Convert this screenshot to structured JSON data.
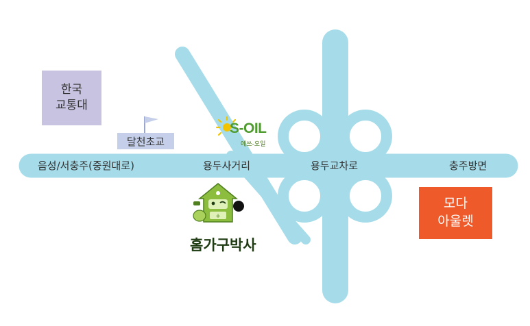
{
  "roads": {
    "main_road_west": "음성/서충주(중원대로)",
    "crossroad": "용두사거리",
    "interchange": "용두교차로",
    "main_road_east": "충주방면"
  },
  "landmarks": {
    "ktu": {
      "line1": "한국",
      "line2": "교통대"
    },
    "school": "달천초교",
    "soil": {
      "logo": "S-OIL",
      "sub": "에쓰-오일"
    },
    "moda": {
      "line1": "모다",
      "line2": "아울렛"
    },
    "store": "홈가구박사"
  },
  "colors": {
    "road": "#a6dce9",
    "ktu_box": "#c8c3e0",
    "school_box": "#c5cfea",
    "moda_box": "#ee5a2a",
    "soil_green": "#4f9b2f",
    "soil_yellow": "#f2c300",
    "store_green": "#8cbd3f",
    "store_dot": "#111111"
  },
  "icons": {
    "school_flag": "flag-icon",
    "soil": "soil-sun-logo-icon",
    "store": "house-mascot-icon",
    "location": "location-dot-icon"
  }
}
